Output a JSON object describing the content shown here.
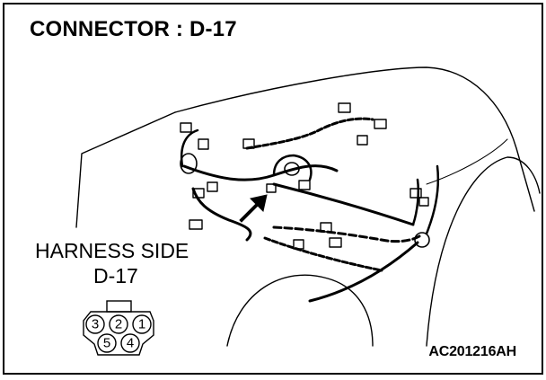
{
  "diagram": {
    "title": "CONNECTOR : D-17",
    "harness_side_label": "HARNESS SIDE",
    "connector_label": "D-17",
    "figure_code": "AC201216AH",
    "connector_pins_top": [
      "3",
      "2",
      "1"
    ],
    "connector_pins_bottom": [
      "5",
      "4"
    ],
    "colors": {
      "line": "#000000",
      "background": "#ffffff"
    }
  }
}
